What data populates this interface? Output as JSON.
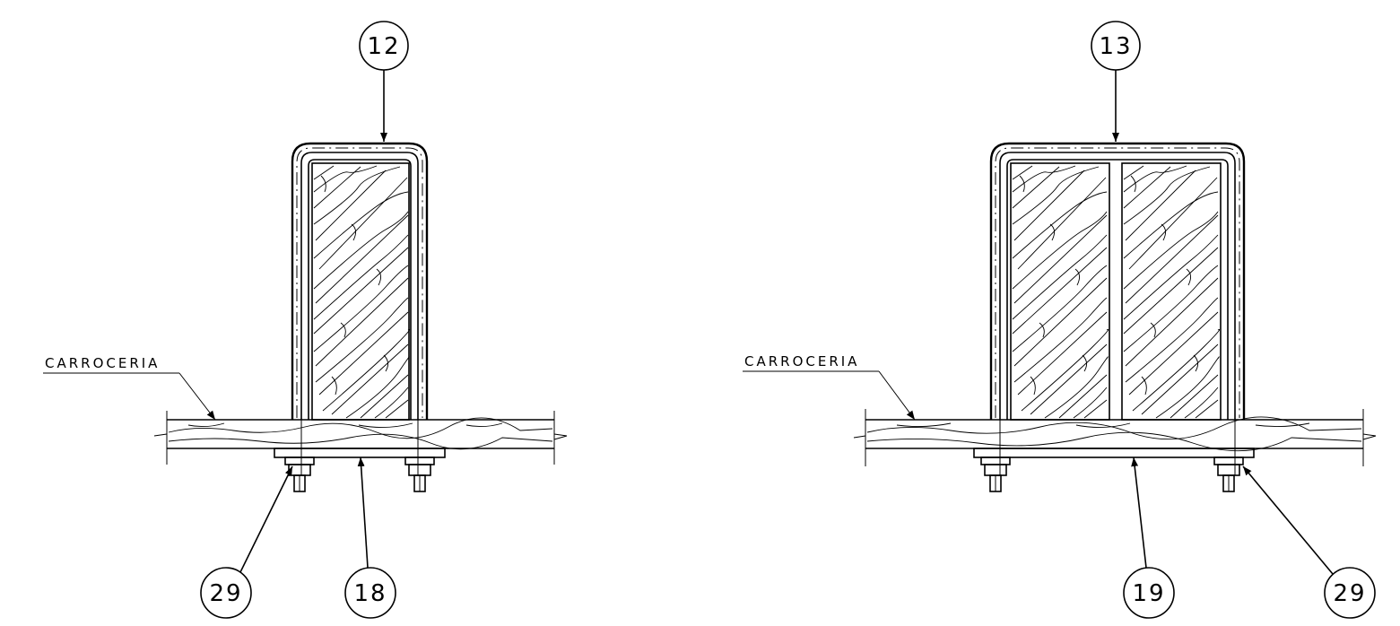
{
  "details": [
    {
      "top_balloon": "12",
      "body_label": "CARROCERIA",
      "bottom_balloons": [
        "29",
        "18"
      ]
    },
    {
      "top_balloon": "13",
      "body_label": "CARROCERIA",
      "bottom_balloons": [
        "19",
        "29"
      ]
    }
  ]
}
